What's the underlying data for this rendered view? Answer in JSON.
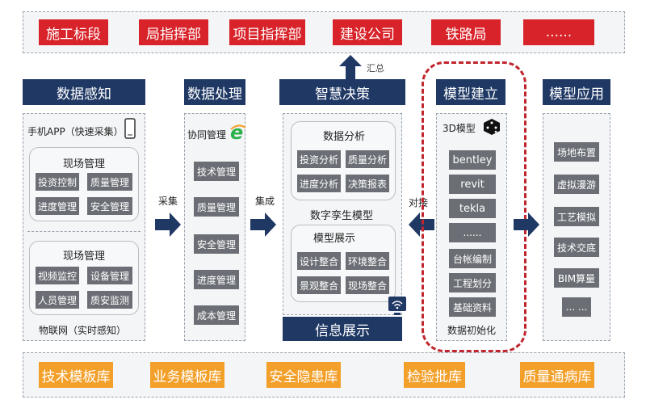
{
  "org_units": [
    "施工标段",
    "局指挥部",
    "项目指挥部",
    "建设公司",
    "铁路局",
    "......"
  ],
  "columns": {
    "perception": {
      "title": "数据感知",
      "mobile_app": "手机APP（快速采集）",
      "site_mgmt_1": {
        "title": "现场管理",
        "items": [
          "投资控制",
          "质量管理",
          "进度管理",
          "安全管理"
        ]
      },
      "site_mgmt_2": {
        "title": "现场管理",
        "items": [
          "视频监控",
          "设备管理",
          "人员管理",
          "质安监测"
        ]
      },
      "iot": "物联网（实时感知）"
    },
    "processing": {
      "title": "数据处理",
      "collab": "协同管理",
      "items": [
        "技术管理",
        "质量管理",
        "安全管理",
        "进度管理",
        "成本管理"
      ]
    },
    "decision": {
      "title": "智慧决策",
      "analysis": {
        "title": "数据分析",
        "items": [
          "投资分析",
          "质量分析",
          "进度分析",
          "决策报表"
        ]
      },
      "twin": "数字孪生模型",
      "display": {
        "title": "模型展示",
        "items": [
          "设计整合",
          "环境整合",
          "景观整合",
          "现场整合"
        ]
      },
      "info_display": "信息展示"
    },
    "modeling": {
      "title": "模型建立",
      "model3d": "3D模型",
      "items": [
        "bentley",
        "revit",
        "tekla",
        "......",
        "台帐编制",
        "工程划分",
        "基础资料"
      ],
      "init": "数据初始化"
    },
    "application": {
      "title": "模型应用",
      "items": [
        "场地布置",
        "虚拟漫游",
        "工艺模拟",
        "技术交底",
        "BIM算量",
        "... ..."
      ]
    }
  },
  "flows": {
    "collect": "采集",
    "integrate": "集成",
    "connect": "对接",
    "summary": "汇总"
  },
  "libraries": [
    "技术模板库",
    "业务模板库",
    "安全隐患库",
    "检验批库",
    "质量通病库"
  ],
  "colors": {
    "navy": "#1f3864",
    "red": "#d8232a",
    "orange": "#f3a02b",
    "gray": "#6b6f75",
    "ie_green": "#2bb24c",
    "dashed_red": "#c0262d"
  },
  "icons": [
    "phone-icon",
    "ie-browser-icon",
    "dice-icon",
    "wifi-display-icon"
  ]
}
